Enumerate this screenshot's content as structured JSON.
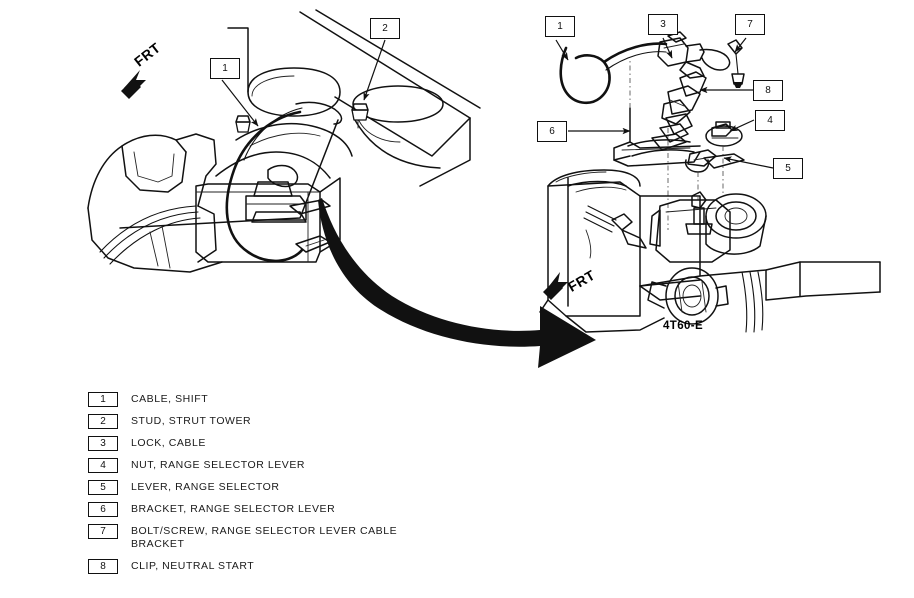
{
  "document": {
    "background_color": "#ffffff",
    "ink_color": "#000000"
  },
  "legend": {
    "items": [
      {
        "number": "1",
        "label": "CABLE, SHIFT"
      },
      {
        "number": "2",
        "label": "STUD, STRUT TOWER"
      },
      {
        "number": "3",
        "label": "LOCK, CABLE"
      },
      {
        "number": "4",
        "label": "NUT, RANGE SELECTOR LEVER"
      },
      {
        "number": "5",
        "label": "LEVER, RANGE SELECTOR"
      },
      {
        "number": "6",
        "label": "BRACKET, RANGE SELECTOR LEVER"
      },
      {
        "number": "7",
        "label": "BOLT/SCREW, RANGE SELECTOR LEVER CABLE\nBRACKET"
      },
      {
        "number": "8",
        "label": "CLIP, NEUTRAL START"
      }
    ]
  },
  "left_view": {
    "direction_label": "FRT",
    "callouts": [
      {
        "number": "1"
      },
      {
        "number": "2"
      }
    ]
  },
  "right_view": {
    "direction_label": "FRT",
    "model_caption": "4T60-E",
    "callouts": [
      {
        "number": "1"
      },
      {
        "number": "3"
      },
      {
        "number": "7"
      },
      {
        "number": "8"
      },
      {
        "number": "6"
      },
      {
        "number": "4"
      },
      {
        "number": "5"
      }
    ]
  }
}
